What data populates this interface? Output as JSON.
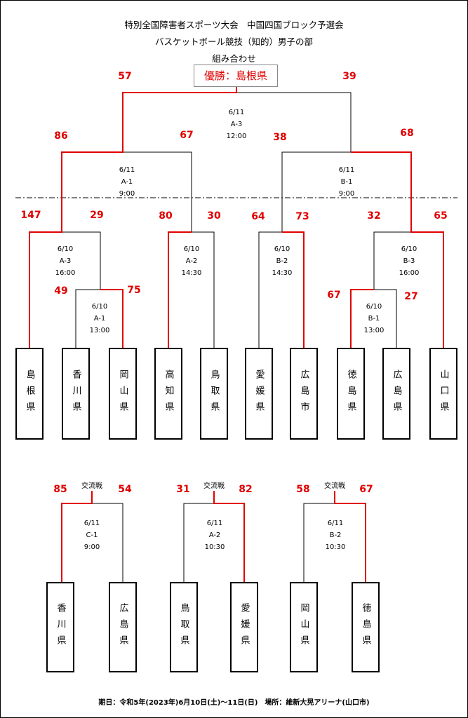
{
  "header": {
    "title1": "特別全国障害者スポーツ大会　中国四国ブロック予選会",
    "title2": "バスケットボール競技（知的）男子の部",
    "title3": "組み合わせ",
    "winner": "優勝：島根県"
  },
  "colors": {
    "winner_path": "#e00000",
    "line": "#000000"
  },
  "teams_main": [
    "島根県",
    "香川県",
    "岡山県",
    "高知県",
    "鳥取県",
    "愛媛県",
    "広島市",
    "徳島県",
    "広島県",
    "山口県"
  ],
  "teams_exchange": [
    "香川県",
    "広島県",
    "鳥取県",
    "愛媛県",
    "岡山県",
    "徳島県"
  ],
  "matches": {
    "final": {
      "date": "6/11",
      "code": "A-3",
      "time": "12:00",
      "score_left": "57",
      "score_right": "39"
    },
    "semi_a": {
      "date": "6/11",
      "code": "A-1",
      "time": "9:00",
      "score_left": "86",
      "score_right": "67"
    },
    "semi_b": {
      "date": "6/11",
      "code": "B-1",
      "time": "9:00",
      "score_left": "38",
      "score_right": "68"
    },
    "a3": {
      "date": "6/10",
      "code": "A-3",
      "time": "16:00",
      "score_left": "147",
      "score_right": "29"
    },
    "a1": {
      "date": "6/10",
      "code": "A-1",
      "time": "13:00",
      "score_left": "49",
      "score_right": "75"
    },
    "a2": {
      "date": "6/10",
      "code": "A-2",
      "time": "14:30",
      "score_left": "80",
      "score_right": "30"
    },
    "b2": {
      "date": "6/10",
      "code": "B-2",
      "time": "14:30",
      "score_left": "64",
      "score_right": "73"
    },
    "b3": {
      "date": "6/10",
      "code": "B-3",
      "time": "16:00",
      "score_left": "32",
      "score_right": "65"
    },
    "b1": {
      "date": "6/10",
      "code": "B-1",
      "time": "13:00",
      "score_left": "67",
      "score_right": "27"
    }
  },
  "exchange": {
    "label": "交流戦",
    "c1": {
      "date": "6/11",
      "code": "C-1",
      "time": "9:00",
      "score_left": "85",
      "score_right": "54"
    },
    "a2": {
      "date": "6/11",
      "code": "A-2",
      "time": "10:30",
      "score_left": "31",
      "score_right": "82"
    },
    "b2": {
      "date": "6/11",
      "code": "B-2",
      "time": "10:30",
      "score_left": "58",
      "score_right": "67"
    }
  },
  "footer": "期日：令和5年(2023年)6月10日(土)～11日(日)　場所：維新大晃アリーナ(山口市)"
}
